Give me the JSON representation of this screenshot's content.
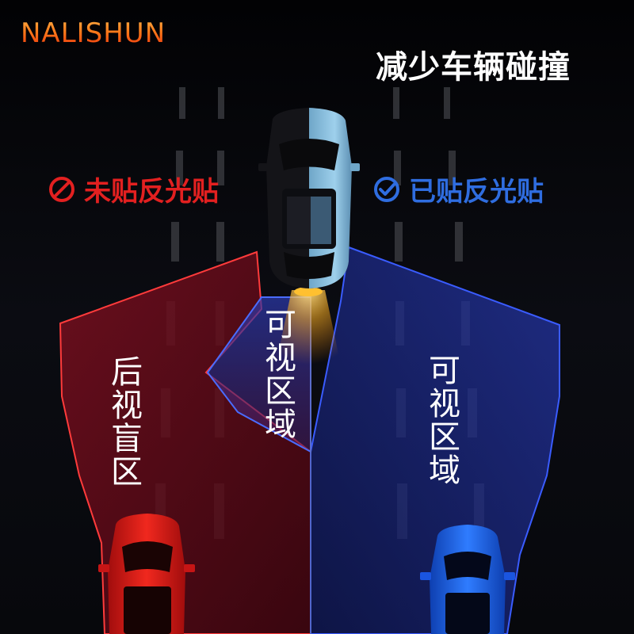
{
  "brand": "NALISHUN",
  "headline": "减少车辆碰撞",
  "without_label": "未贴反光贴",
  "with_label": "已贴反光贴",
  "blind_zone": "后视盲区",
  "visible_zone_center": "可视区域",
  "visible_zone_right": "可视区域",
  "icons": {
    "without": "no-entry-icon",
    "with": "check-circle-icon"
  },
  "colors": {
    "background": "#05060a",
    "brand_gradient": [
      "#ffb347",
      "#e8320c"
    ],
    "warning_red": "#e32020",
    "ok_blue": "#2f6de0",
    "blind_zone_fill": "#6a0d1a",
    "visible_zone_fill": "#1c2a8a",
    "headlight": "#ffb020"
  }
}
